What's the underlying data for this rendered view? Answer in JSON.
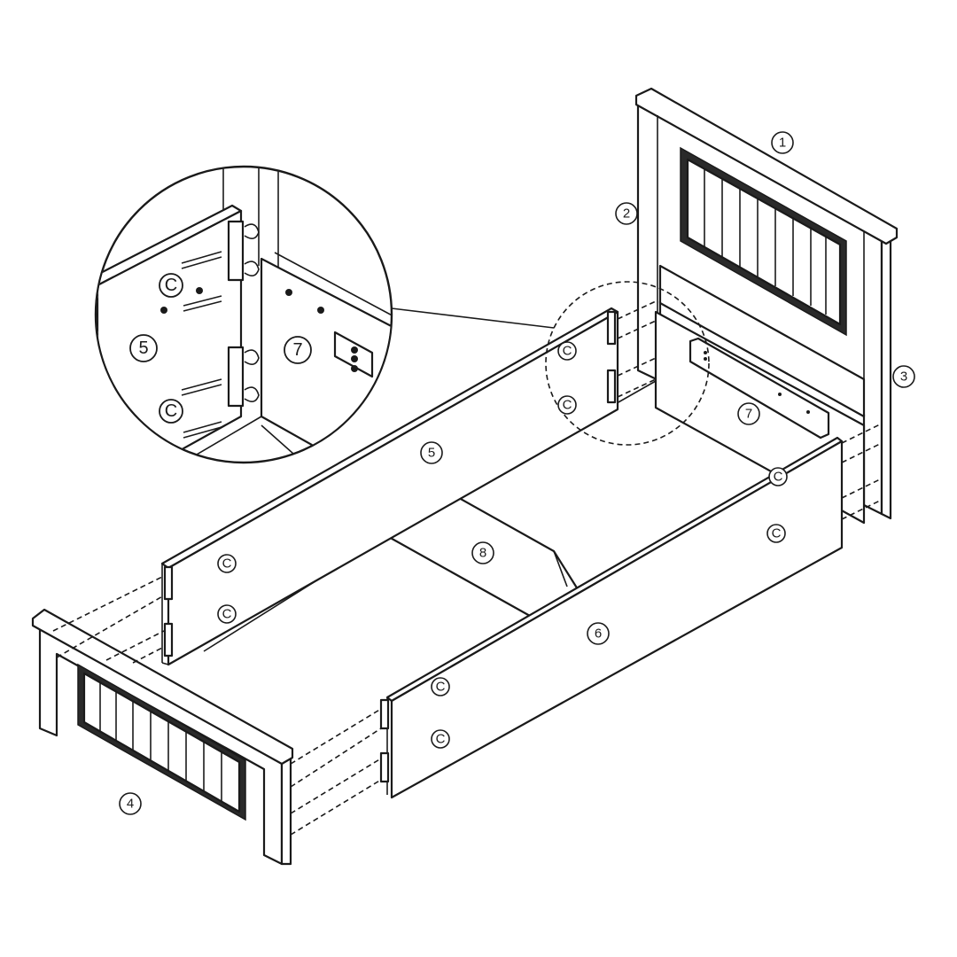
{
  "diagram": {
    "title": "Bed frame assembly",
    "parts": [
      {
        "id": "1",
        "label": "1",
        "name": "headboard-top-cap"
      },
      {
        "id": "2",
        "label": "2",
        "name": "headboard-left-post"
      },
      {
        "id": "3",
        "label": "3",
        "name": "headboard-right-post"
      },
      {
        "id": "4",
        "label": "4",
        "name": "footboard"
      },
      {
        "id": "5",
        "label": "5",
        "name": "side-rail-left"
      },
      {
        "id": "6",
        "label": "6",
        "name": "side-rail-right"
      },
      {
        "id": "7",
        "label": "7",
        "name": "center-slat-support"
      },
      {
        "id": "8",
        "label": "8",
        "name": "center-support-board"
      }
    ],
    "hardware_label": "C",
    "detail_inset": {
      "labels": [
        "5",
        "7"
      ],
      "hardware_label": "C"
    }
  },
  "colors": {
    "line": "#1a1a1a",
    "background": "#ffffff",
    "panel": "#2a2a2a"
  }
}
